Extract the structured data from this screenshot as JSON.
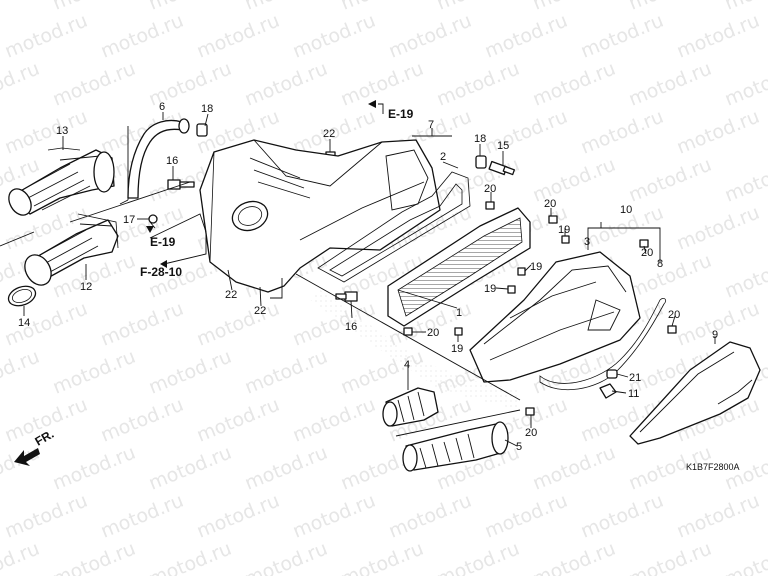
{
  "watermark": "motod.ru",
  "drawing_code": "K1B7F2800A",
  "front_marker": "FR.",
  "references": {
    "e19_top": "E-19",
    "e19_left": "E-19",
    "f2810": "F-28-10"
  },
  "callouts": {
    "c1": "1",
    "c2": "2",
    "c3": "3",
    "c4": "4",
    "c5": "5",
    "c6": "6",
    "c7": "7",
    "c8": "8",
    "c9": "9",
    "c10": "10",
    "c11": "11",
    "c12": "12",
    "c13": "13",
    "c14": "14",
    "c15": "15",
    "c16a": "16",
    "c16b": "16",
    "c17": "17",
    "c18a": "18",
    "c18b": "18",
    "c19a": "19",
    "c19b": "19",
    "c19c": "19",
    "c19d": "19",
    "c20a": "20",
    "c20b": "20",
    "c20c": "20",
    "c20d": "20",
    "c20e": "20",
    "c20f": "20",
    "c21": "21",
    "c22a": "22",
    "c22b": "22",
    "c22c": "22"
  }
}
